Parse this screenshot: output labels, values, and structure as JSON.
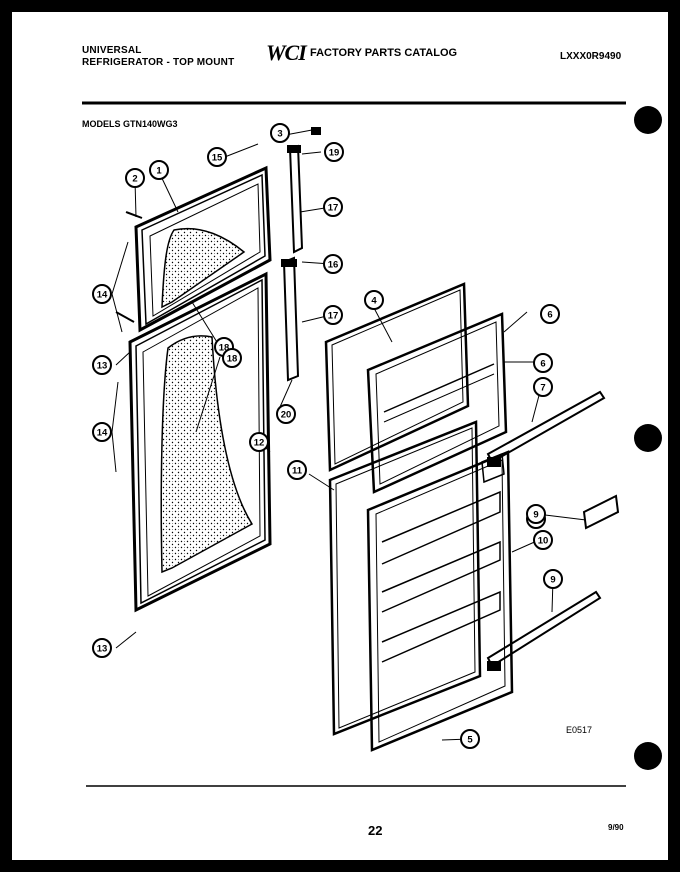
{
  "header": {
    "brand_line1": "UNIVERSAL",
    "brand_line2": "REFRIGERATOR - TOP MOUNT",
    "logo_text": "WCI",
    "catalog_title": "FACTORY PARTS CATALOG",
    "catalog_code": "LXXX0R9490"
  },
  "models_label": "MODELS GTN140WG3",
  "figure_code": "E0517",
  "page_number": "22",
  "revision_code": "9/90",
  "callouts": [
    "1",
    "2",
    "3",
    "4",
    "5",
    "6",
    "6",
    "7",
    "8",
    "9",
    "9",
    "10",
    "11",
    "12",
    "13",
    "13",
    "14",
    "14",
    "15",
    "16",
    "17",
    "17",
    "18",
    "18",
    "19",
    "20"
  ]
}
